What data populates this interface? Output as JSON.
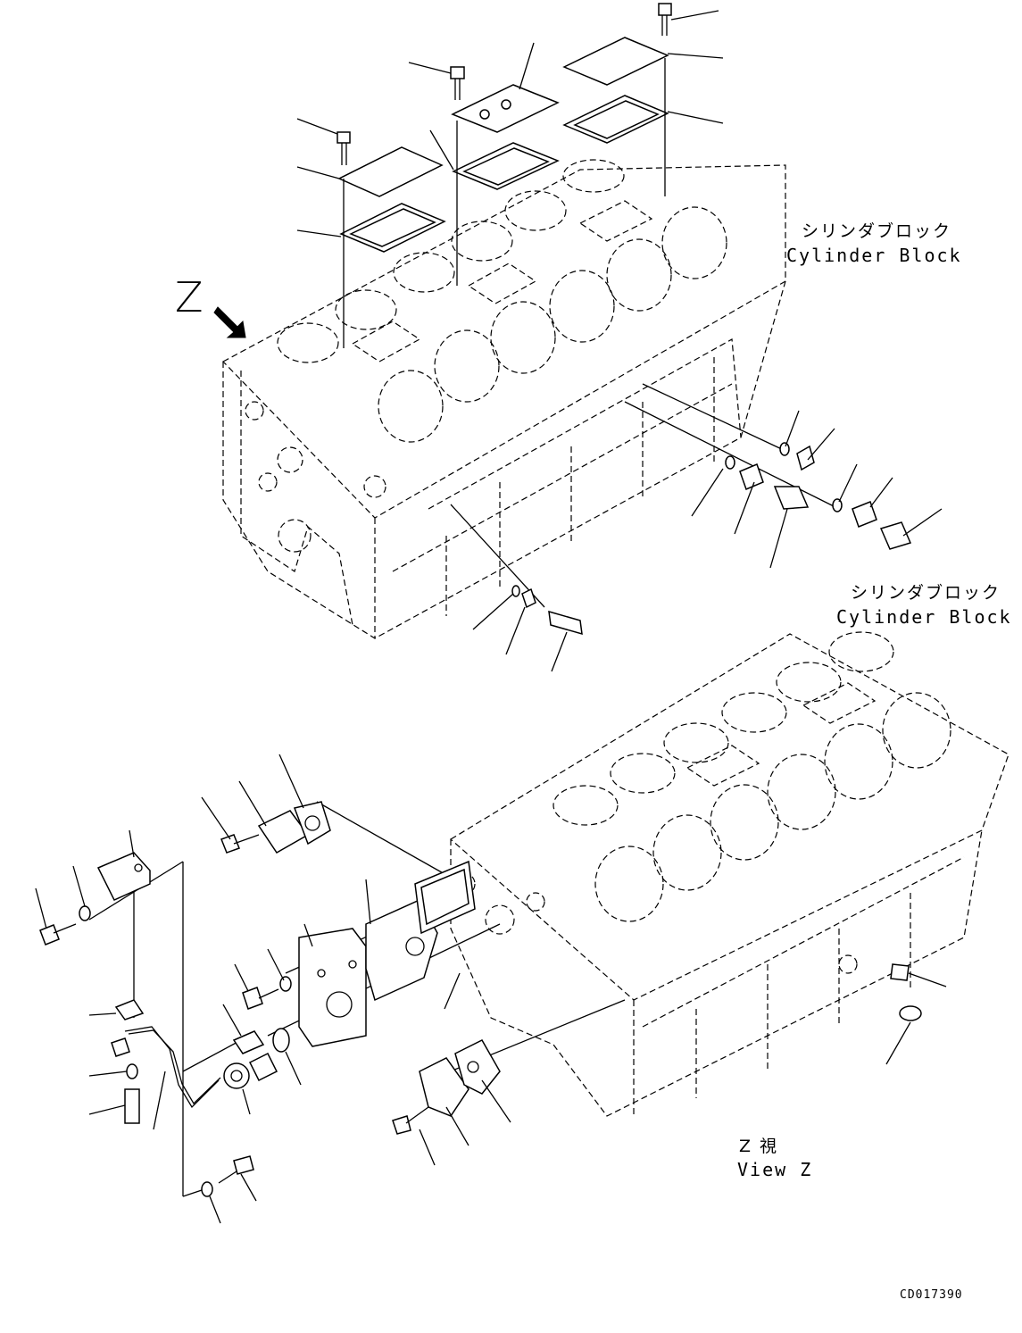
{
  "labels": {
    "upper_block_jp": "シリンダブロック",
    "upper_block_en": "Cylinder Block",
    "lower_block_jp": "シリンダブロック",
    "lower_block_en": "Cylinder Block",
    "view_marker": "Z",
    "view_jp": "Z 視",
    "view_en": "View Z",
    "drawing_code": "CD017390"
  }
}
